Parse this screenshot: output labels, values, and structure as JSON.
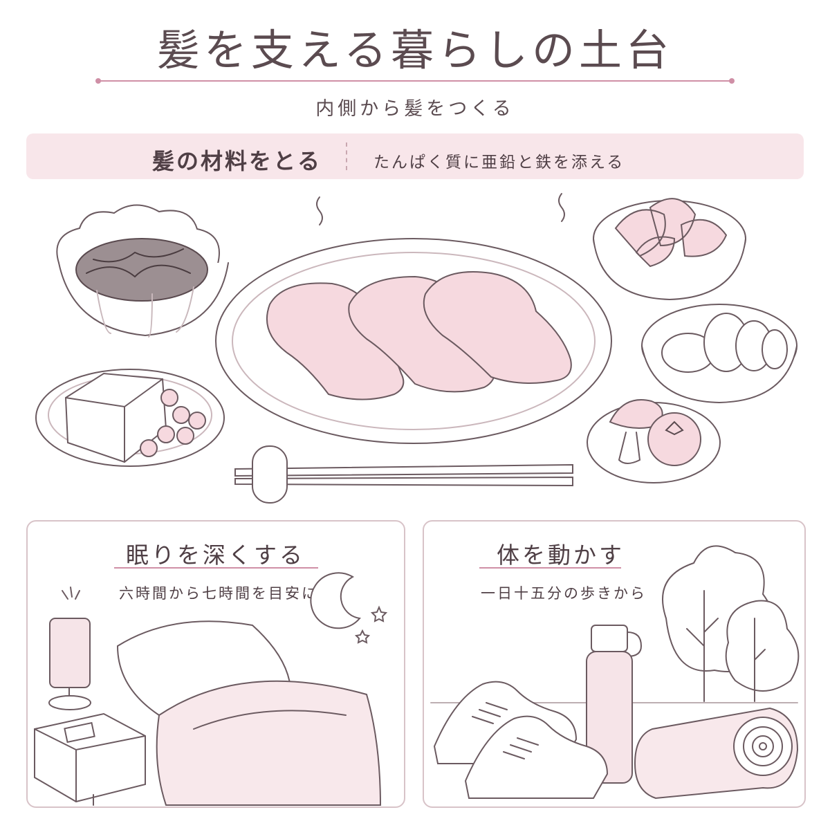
{
  "header": {
    "title": "髪を支える暮らしの土台",
    "subtitle": "内側から髪をつくる"
  },
  "food_section": {
    "title": "髪の材料をとる",
    "subtitle": "たんぱく質に亜鉛と鉄を添える"
  },
  "sleep_panel": {
    "title": "眠りを深くする",
    "subtitle": "六時間から七時間を目安に"
  },
  "exercise_panel": {
    "title": "体を動かす",
    "subtitle": "一日十五分の歩きから"
  },
  "colors": {
    "accent": "#cf8fa6",
    "band": "#f8e6ea",
    "line": "#6b5a60",
    "food_pink": "#f6d9df"
  }
}
